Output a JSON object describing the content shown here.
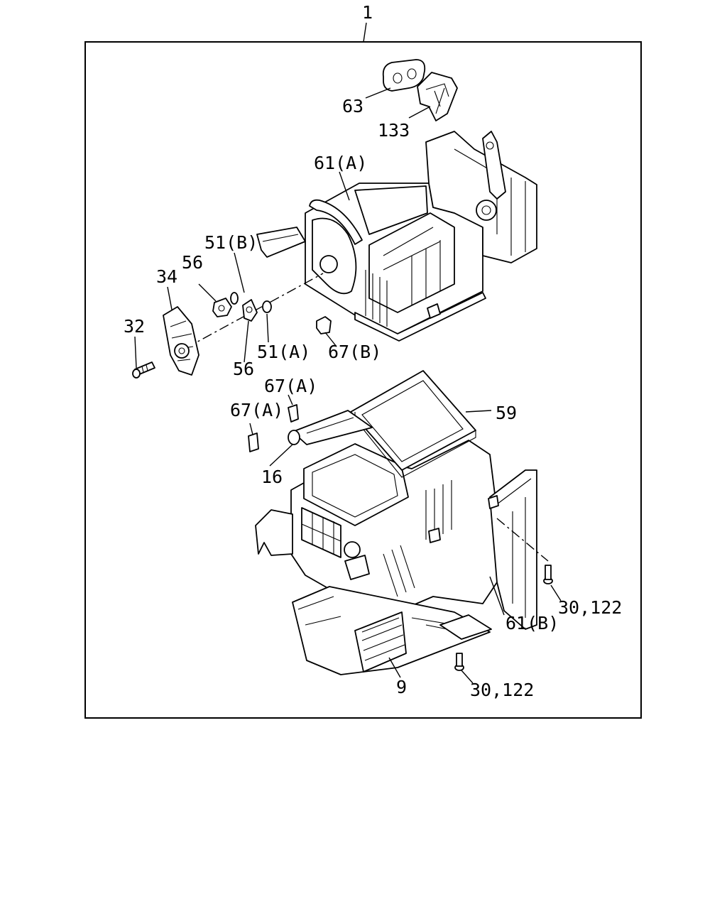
{
  "diagram": {
    "labels": {
      "assembly": "1",
      "p63": "63",
      "p133": "133",
      "p61a": "61(A)",
      "p51b": "51(B)",
      "p56a": "56",
      "p34": "34",
      "p32": "32",
      "p56b": "56",
      "p51a": "51(A)",
      "p67b": "67(B)",
      "p67a1": "67(A)",
      "p67a2": "67(A)",
      "p59": "59",
      "p16": "16",
      "p30a": "30,122",
      "p61b": "61(B)",
      "p9": "9",
      "p30b": "30,122"
    }
  }
}
